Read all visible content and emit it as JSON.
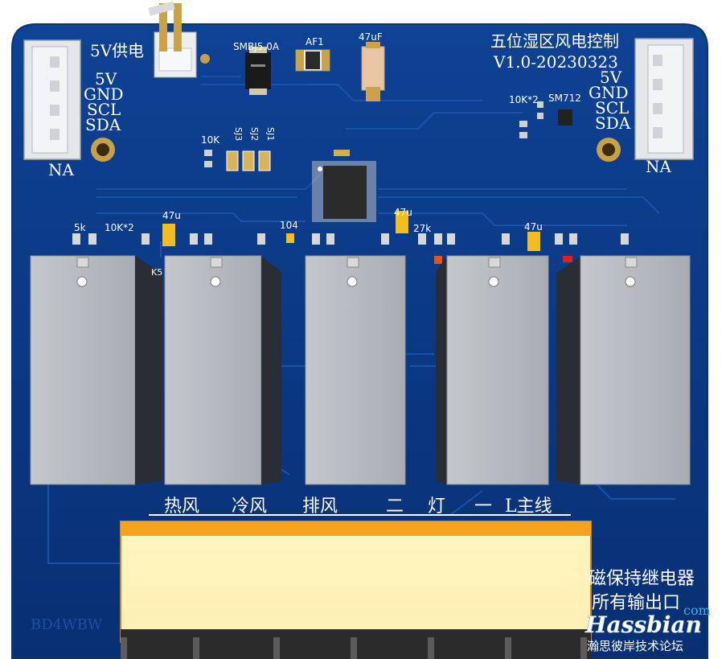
{
  "colors": {
    "board": "#0b3c8c",
    "board_dark": "#072a66",
    "trace": "#1d56b0",
    "relay": "#b9bcc2",
    "relay_side": "#2a2d33",
    "terminal": "#fff1b8",
    "terminal_edge": "#f2a21e",
    "silk": "#ffffff",
    "pad": "#c8a35a"
  },
  "labels": {
    "power": "5V供电",
    "title_line1": "五位湿区风电控制",
    "title_line2": "V1.0-20230323",
    "tvs": "SMBJ5.0A",
    "fuse": "AF1",
    "cap_top": "47uF",
    "r_left": "10K",
    "sj3": "SJ3",
    "sj2": "SJ2",
    "sj1": "SJ1",
    "r_right": "10K*2",
    "esd": "SM712",
    "left_na": "NA",
    "right_na": "NA",
    "pins": [
      "5V",
      "GND",
      "SCL",
      "SDA"
    ],
    "r_5k": "5k",
    "r_10k2": "10K*2",
    "cap_47u_a": "47u",
    "cap_104": "104",
    "cap_47u_b": "47u",
    "r_27k": "27k",
    "cap_47u_c": "47u",
    "k5": "K5",
    "channels": [
      "热风",
      "冷风",
      "排风",
      "二",
      "灯",
      "一",
      "L主线"
    ],
    "side_notes": [
      "磁保持继电器",
      "所有输出口"
    ],
    "side_bottom": "BD4WBW",
    "watermark_com": "com",
    "watermark_brand": "Hassbian",
    "watermark_cn": "瀚思彼岸技术论坛"
  }
}
